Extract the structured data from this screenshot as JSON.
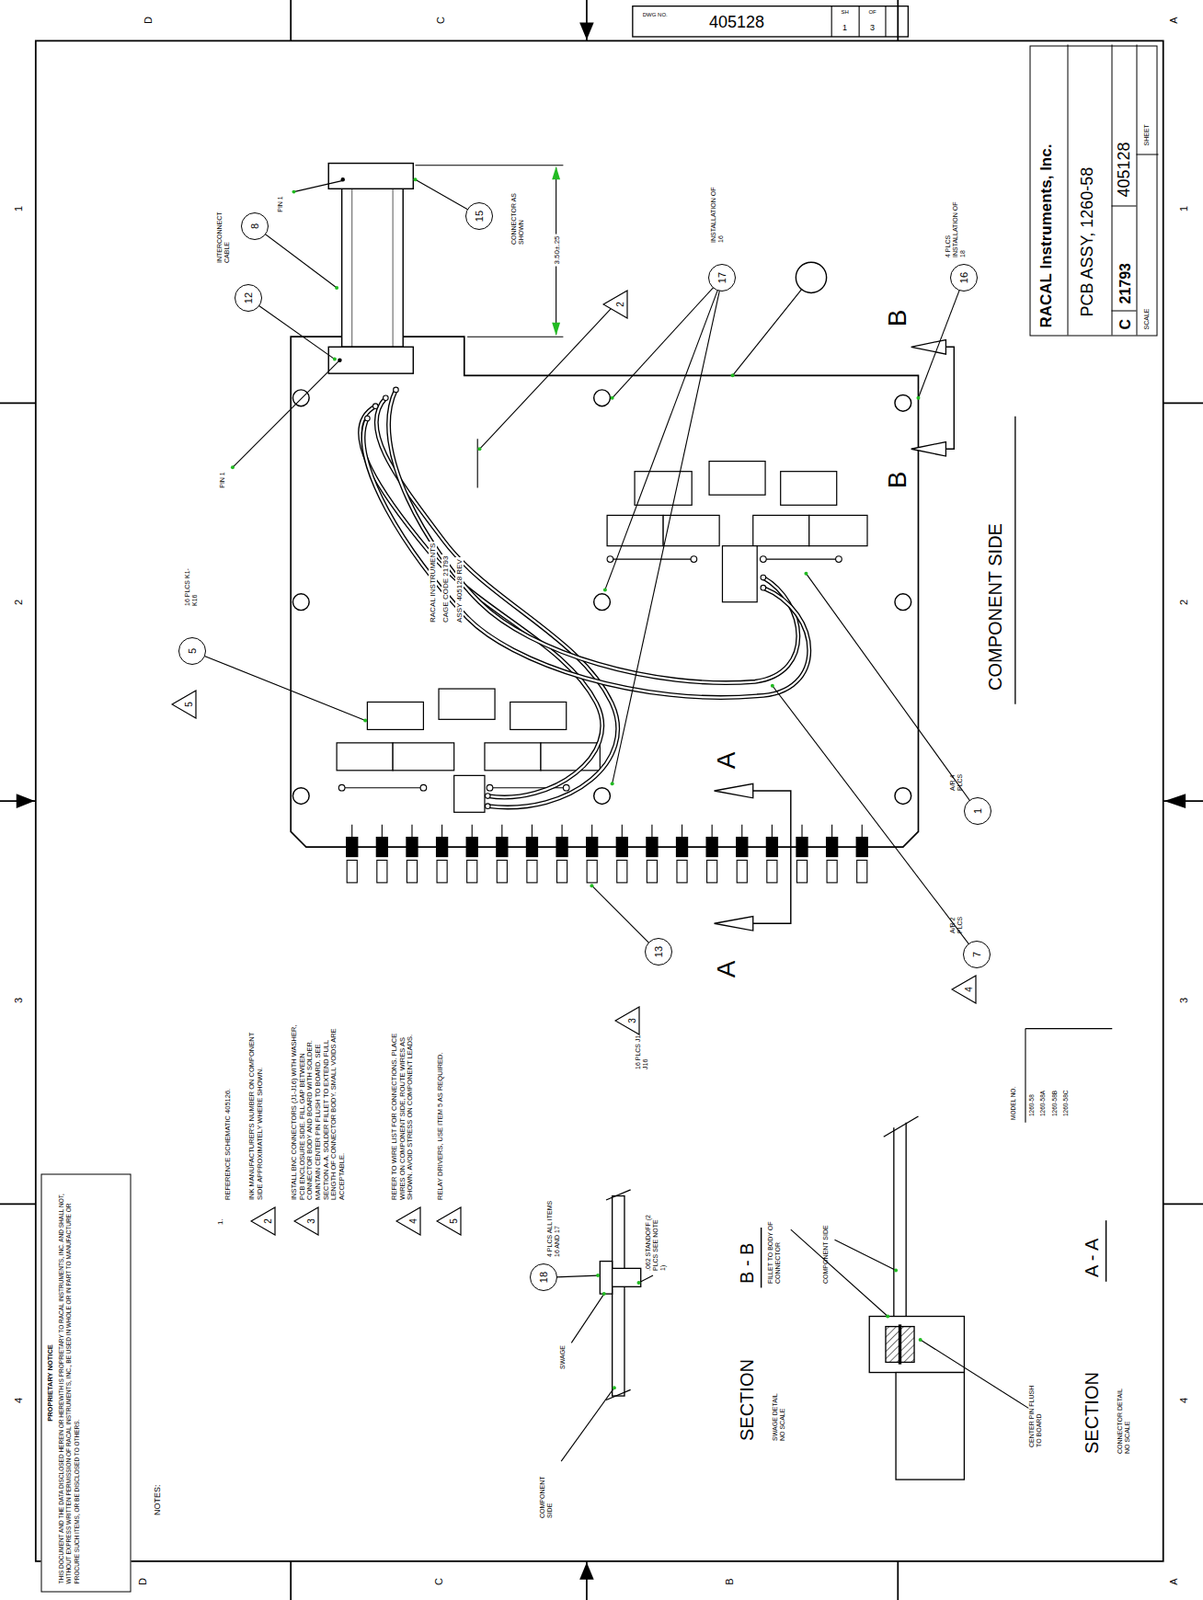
{
  "diagram": {
    "nodes": [
      {
        "text": [
          "8"
        ]
      },
      {
        "text": [
          "12"
        ]
      },
      {
        "text": [
          "15"
        ]
      },
      {
        "text": [
          "17"
        ]
      },
      {
        "text": [
          "16"
        ]
      },
      {
        "text": [
          "2"
        ]
      },
      {
        "text": [
          "5"
        ]
      },
      {
        "text": [
          "5"
        ]
      },
      {
        "text": [
          "1"
        ]
      },
      {
        "text": [
          "13"
        ]
      },
      {
        "text": [
          "7"
        ]
      },
      {
        "text": [
          "3"
        ]
      },
      {
        "text": [
          "4"
        ]
      },
      {
        "text": [
          "18"
        ]
      },
      {
        "text": [
          "2"
        ]
      },
      {
        "text": [
          "3"
        ]
      },
      {
        "text": [
          "4"
        ]
      },
      {
        "text": [
          "5"
        ]
      },
      {
        "text": [
          "RACAL Instruments, Inc.",
          "PCB ASSY, 1260-58",
          "C",
          "21793",
          "405128",
          "SCALE",
          "SHEET"
        ]
      },
      {
        "text": [
          "PROPRIETARY NOTICE",
          "THIS DOCUMENT AND THE DATA DISCLOSED HEREIN OR HEREWITH IS PROPRIETARY TO RACAL INSTRUMENTS, INC. AND SHALL NOT, WITHOUT EXPRESS WRITTEN PERMISSION OF RACAL INSTRUMENTS, INC., BE USED IN WHOLE OR IN PART TO MANUFACTURE OR PROCURE SUCH ITEMS, OR BE DISCLOSED TO OTHERS."
        ]
      }
    ],
    "labels": [
      "DWG NO.",
      "405128",
      "SH",
      "1",
      "OF",
      "3",
      "D",
      "C",
      "A",
      "D",
      "C",
      "B",
      "A",
      "1",
      "2",
      "3",
      "4",
      "1",
      "2",
      "3",
      "4",
      "PIN 1",
      "INTERCONNECT CABLE",
      "CONNECTOR AS SHOWN",
      "3.50±.25",
      "PIN 1",
      "INSTALLATION OF 16",
      "4 PLCS INSTALLATION OF 18",
      "16 PLCS K1-K16",
      "RACAL INSTRUMENTS",
      "CAGE CODE 21793",
      "ASSY 405128 REV",
      "COMPONENT SIDE",
      "A",
      "A",
      "B",
      "B",
      "A/R 4 PLCS",
      "A/R 2 PLCS",
      "16 PLCS J1-J16",
      "MODEL NO.",
      "1260-58",
      "1260-58A",
      "1260-58B",
      "1260-58C",
      "NOTES:",
      "1.",
      "REFERENCE SCHEMATIC 405126.",
      "INK MANUFACTURER'S NUMBER ON COMPONENT SIDE APPROXIMATELY WHERE SHOWN.",
      "INSTALL BNC CONNECTORS (J1-J16) WITH WASHER, PCB ENCLOSURE SIDE. FILL GAP BETWEEN CONNECTOR BODY AND BOARD WITH SOLDER. MAINTAIN CENTER PIN FLUSH TO BOARD. SEE SECTION A-A. SOLDER FILLET TO EXTEND FULL LENGTH OF CONNECTOR BODY. SMALL VOIDS ARE ACCEPTABLE.",
      "REFER TO WIRE LIST FOR CONNECTIONS. PLACE WIRES ON COMPONENT SIDE, ROUTE WIRES AS SHOWN. AVOID STRESS ON COMPONENT LEADS.",
      "RELAY DRIVERS, USE ITEM 5 AS REQUIRED.",
      "4 PLCS ALL ITEMS 16 AND 17",
      "SWAGE",
      ".062 STANDOFF (2 PLCS SEE NOTE 1)",
      "COMPONENT SIDE",
      "SECTION",
      "B - B",
      "SWAGE DETAIL NO SCALE",
      "FILLET TO BODY OF CONNECTOR",
      "COMPONENT SIDE",
      "CENTER PIN FLUSH TO BOARD",
      "SECTION",
      "A - A",
      "CONNECTOR DETAIL NO SCALE"
    ]
  }
}
